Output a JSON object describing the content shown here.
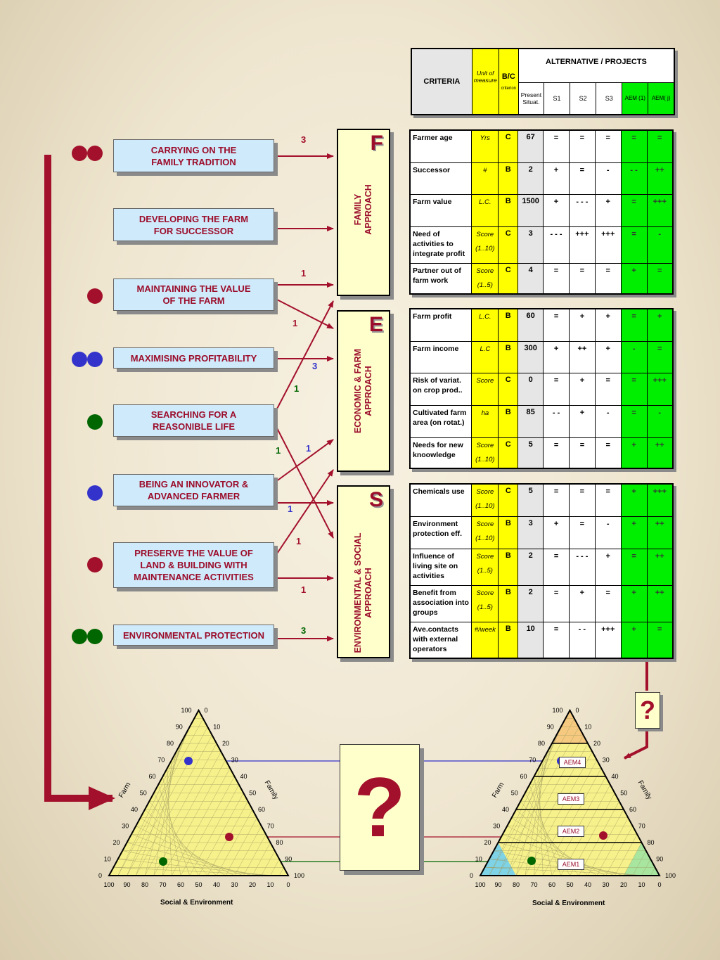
{
  "header": {
    "criteria": "CRITERIA",
    "unit": "Unit of measure",
    "bc": "B/C",
    "bc_sub": "criterion",
    "alternatives": "ALTERNATIVE / PROJECTS",
    "cols": [
      "Present Situat.",
      "S1",
      "S2",
      "S3",
      "AEM (1)",
      "AEM( j)"
    ]
  },
  "goals": [
    {
      "label": "CARRYING ON THE FAMILY TRADITION"
    },
    {
      "label": "DEVELOPING THE FARM FOR SUCCESSOR"
    },
    {
      "label": "MAINTAINING THE VALUE OF THE FARM"
    },
    {
      "label": "MAXIMISING PROFITABILITY"
    },
    {
      "label": "SEARCHING FOR A REASONIBLE LIFE"
    },
    {
      "label": "BEING AN INNOVATOR & ADVANCED FARMER"
    },
    {
      "label": "PRESERVE THE VALUE OF LAND & BUILDING WITH MAINTENANCE ACTIVITIES"
    },
    {
      "label": "ENVIRONMENTAL  PROTECTION"
    }
  ],
  "weights": [
    "3",
    "1",
    "1",
    "3",
    "1",
    "1",
    "1",
    "1",
    "1",
    "1",
    "3"
  ],
  "colors": {
    "red": "#a3102b",
    "blue": "#3333cc",
    "green": "#006600"
  },
  "approaches": {
    "f": {
      "letter": "F",
      "title_1": "FAMILY",
      "title_2": "APPROACH"
    },
    "e": {
      "letter": "E",
      "title_1": "ECONOMIC & FARM",
      "title_2": "APPROACH"
    },
    "s": {
      "letter": "S",
      "title_1": "ENVIRONMENTAL & SOCIAL",
      "title_2": "APPROACH"
    }
  },
  "table_f": [
    {
      "c": "Farmer age",
      "u": "Yrs",
      "u2": "",
      "b": "C",
      "p": "67",
      "v": [
        "=",
        "=",
        "=",
        "=",
        "="
      ]
    },
    {
      "c": "Successor",
      "u": "#",
      "u2": "",
      "b": "B",
      "p": "2",
      "v": [
        "+",
        "=",
        "-",
        "- -",
        "++"
      ]
    },
    {
      "c": "Farm value",
      "u": "L.C.",
      "u2": "",
      "b": "B",
      "p": "1500",
      "v": [
        "+",
        "- - -",
        "+",
        "=",
        "+++"
      ]
    },
    {
      "c": "Need of activities to integrate profit",
      "u": "Score",
      "u2": "(1..10)",
      "b": "C",
      "p": "3",
      "v": [
        "- - -",
        "+++",
        "+++",
        "=",
        "-"
      ]
    },
    {
      "c": "Partner out of farm work",
      "u": "Score",
      "u2": "(1..5)",
      "b": "C",
      "p": "4",
      "v": [
        "=",
        "=",
        "=",
        "+",
        "="
      ]
    }
  ],
  "table_e": [
    {
      "c": "Farm profit",
      "u": "L.C.",
      "u2": "",
      "b": "B",
      "p": "60",
      "v": [
        "=",
        "+",
        "+",
        "=",
        "+"
      ]
    },
    {
      "c": "Farm income",
      "u": "L.C",
      "u2": "",
      "b": "B",
      "p": "300",
      "v": [
        "+",
        "++",
        "+",
        "-",
        "="
      ]
    },
    {
      "c": "Risk of variat. on crop prod..",
      "u": "Score",
      "u2": "",
      "b": "C",
      "p": "0",
      "v": [
        "=",
        "+",
        "=",
        "=",
        "+++"
      ]
    },
    {
      "c": "Cultivated farm area (on rotat.)",
      "u": "ha",
      "u2": "",
      "b": "B",
      "p": "85",
      "v": [
        "- -",
        "+",
        "-",
        "=",
        "-"
      ]
    },
    {
      "c": "Needs for new knoowledge",
      "u": "Score",
      "u2": "(1..10)",
      "b": "C",
      "p": "5",
      "v": [
        "=",
        "=",
        "=",
        "+",
        "++"
      ]
    }
  ],
  "table_s": [
    {
      "c": "Chemicals use",
      "u": "Score",
      "u2": "(1..10)",
      "b": "C",
      "p": "5",
      "v": [
        "=",
        "=",
        "=",
        "+",
        "+++"
      ]
    },
    {
      "c": "Environment protection eff.",
      "u": "Score",
      "u2": "(1..10)",
      "b": "B",
      "p": "3",
      "v": [
        "+",
        "=",
        "-",
        "+",
        "++"
      ]
    },
    {
      "c": "Influence of living site on activities",
      "u": "Score",
      "u2": "(1..5)",
      "b": "B",
      "p": "2",
      "v": [
        "=",
        "- - -",
        "+",
        "=",
        "++"
      ]
    },
    {
      "c": "Benefit from association into groups",
      "u": "Score",
      "u2": "(1..5)",
      "b": "B",
      "p": "2",
      "v": [
        "=",
        "+",
        "=",
        "+",
        "++"
      ]
    },
    {
      "c": "Ave.contacts with external operators",
      "u": "#/week",
      "u2": "",
      "b": "B",
      "p": "10",
      "v": [
        "=",
        "- -",
        "+++",
        "+",
        "="
      ]
    }
  ],
  "triangle": {
    "left_axis": "Farm",
    "right_axis": "Family",
    "bottom_axis": "Social & Environment",
    "ticks": [
      "0",
      "10",
      "20",
      "30",
      "40",
      "50",
      "60",
      "70",
      "80",
      "90",
      "100"
    ],
    "aem_labels": [
      "AEM1",
      "AEM2",
      "AEM3",
      "AEM4"
    ]
  },
  "question": "?"
}
